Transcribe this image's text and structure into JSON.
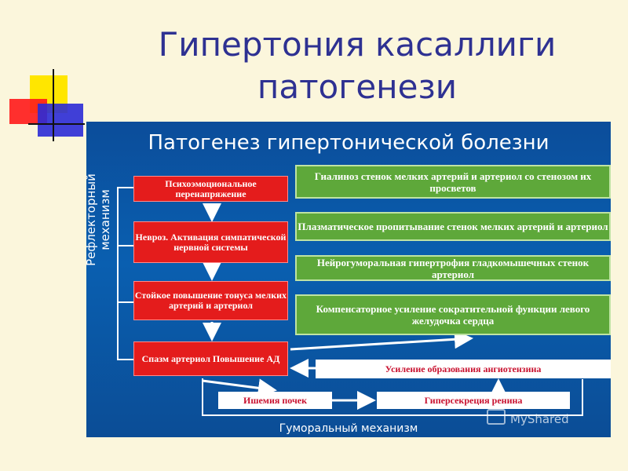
{
  "slide_title": "Гипертония касаллиги\nпатогенези",
  "panel_title": "Патогенез гипертонической болезни",
  "side_label": "Рефлекторный\nмеханизм",
  "left_chain": [
    "Психоэмоциональное перенапряжение",
    "Невроз. Активация симпатической нервной системы",
    "Стойкое повышение тонуса мелких артерий и артериол",
    "Спазм артериол Повышение АД"
  ],
  "right_chain": [
    "Гиалиноз стенок мелких артерий и артериол со стенозом их просветов",
    "Плазматическое пропитывание стенок мелких артерий и артериол",
    "Нейрогуморальная гипертрофия гладкомышечных стенок артериол",
    "Компенсаторное усиление сократительной функции левого желудочка сердца"
  ],
  "angiotensin_box": "Усиление образования ангиотензина",
  "ischemia_box": "Ишемия почек",
  "renin_box": "Гиперсекреция ренина",
  "bottom_label": "Гуморальный механизм",
  "watermark": "MyShared",
  "colors": {
    "title": "#2e3192",
    "panel": "#0a5fb0",
    "red_box": "#e41c1c",
    "green_box": "#5ea83a",
    "deco_yellow": "#ffe600",
    "deco_red": "#ff1a1a",
    "deco_blue": "#2b2bd6"
  }
}
